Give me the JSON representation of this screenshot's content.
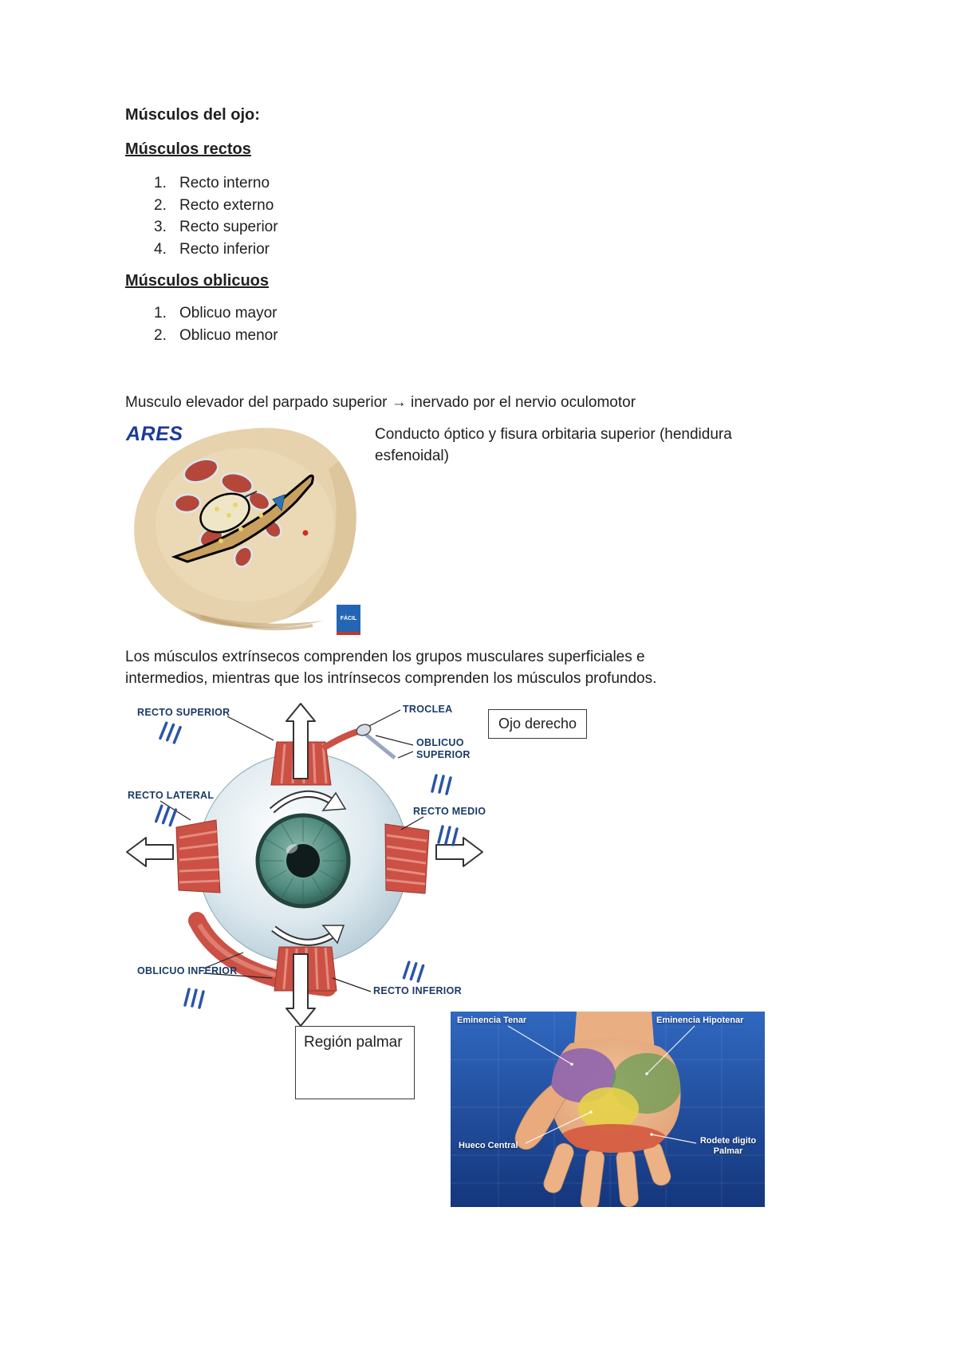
{
  "document": {
    "title": "Músculos del ojo:",
    "lists": [
      {
        "heading": "Músculos rectos",
        "items": [
          {
            "num": "1.",
            "label": "Recto interno"
          },
          {
            "num": "2.",
            "label": "Recto externo"
          },
          {
            "num": "3.",
            "label": "Recto superior"
          },
          {
            "num": "4.",
            "label": "Recto inferior"
          }
        ]
      },
      {
        "heading": "Músculos oblicuos",
        "items": [
          {
            "num": "1.",
            "label": "Oblicuo mayor"
          },
          {
            "num": "2.",
            "label": "Oblicuo menor"
          }
        ]
      }
    ],
    "note_levator": "Musculo elevador del parpado superior → inervado por el nervio oculomotor",
    "paragraph_extrinsecos": "Los músculos extrínsecos comprenden los grupos musculares superficiales e intermedios, mientras que los intrínsecos comprenden los músculos profundos."
  },
  "orbit_figure": {
    "watermark": "ARES",
    "logo": "FÁCIL",
    "caption": "Conducto óptico y fisura orbitaria superior (hendidura esfenoidal)"
  },
  "eye_diagram": {
    "labels": {
      "recto_superior": "RECTO SUPERIOR",
      "troclea": "TROCLEA",
      "oblicuo_superior": "OBLICUO SUPERIOR",
      "recto_lateral": "RECTO LATERAL",
      "recto_medio": "RECTO MEDIO",
      "oblicuo_inferior": "OBLICUO INFERIOR",
      "recto_inferior": "RECTO INFERIOR"
    },
    "callout_ojo_derecho": "Ojo derecho"
  },
  "palmar_callout": "Región palmar",
  "hand_figure": {
    "labels": {
      "eminencia_tenar": "Eminencia Tenar",
      "eminencia_hipotenar": "Eminencia Hipotenar",
      "hueco_central": "Hueco Central",
      "rodete_digito_palmar": "Rodete digito Palmar"
    }
  },
  "colors": {
    "label_navy": "#1b3a66",
    "muscle_red": "#cc5044",
    "pen_blue": "#2a55a5",
    "hand_bg_blue": "#1d4fa0"
  }
}
